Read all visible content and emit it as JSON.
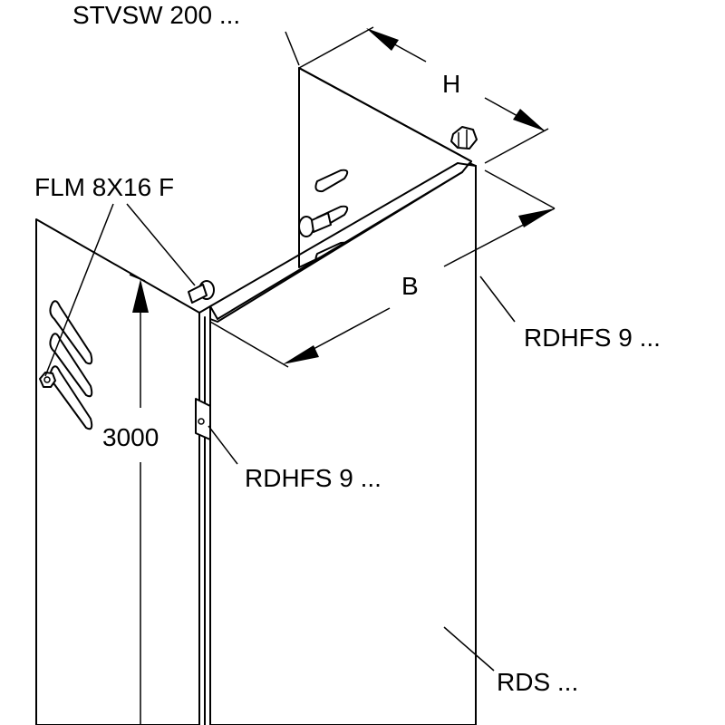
{
  "labels": {
    "cover": "STVSW 200 ...",
    "screw": "FLM 8X16 F",
    "height_dim": "H",
    "width_dim": "B",
    "length_dim": "3000",
    "clip_right": "RDHFS 9 ...",
    "clip_left": "RDHFS 9 ...",
    "riser": "RDS ..."
  }
}
